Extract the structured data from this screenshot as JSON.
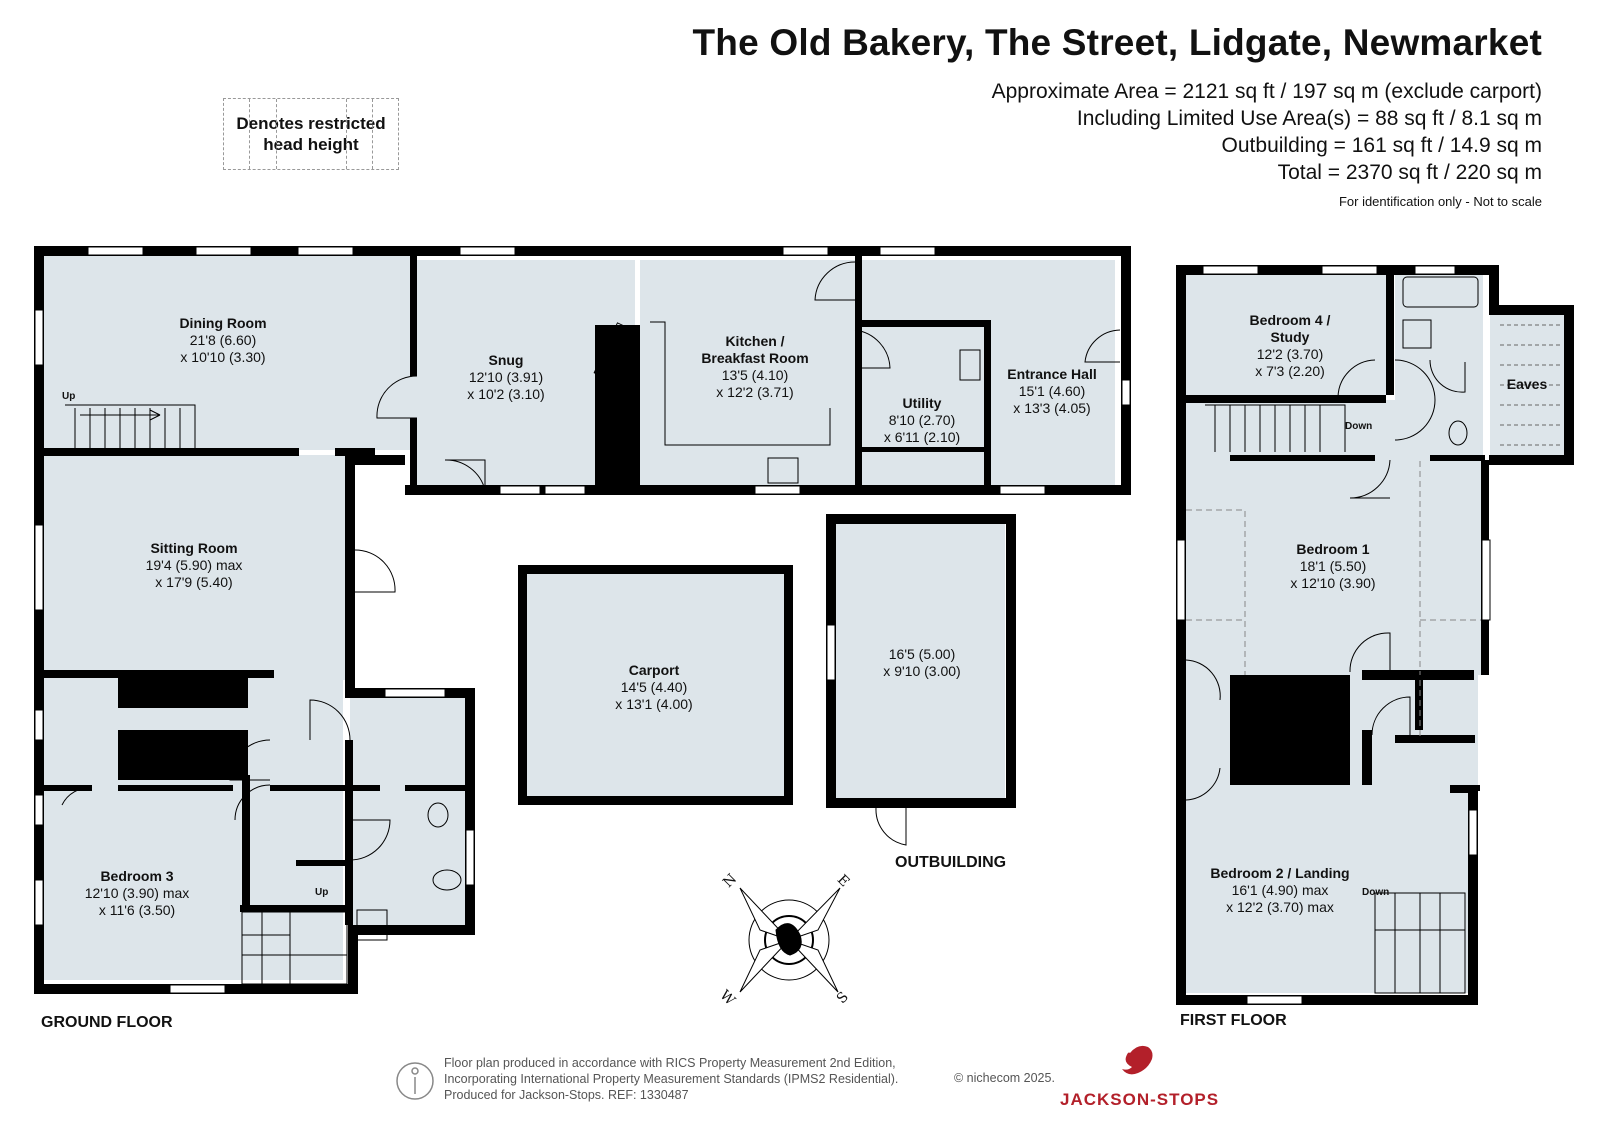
{
  "header": {
    "title": "The Old Bakery, The Street, Lidgate, Newmarket",
    "area_lines": [
      "Approximate Area = 2121 sq ft / 197 sq m (exclude carport)",
      "Including Limited Use Area(s) = 88 sq ft / 8.1 sq m",
      "Outbuilding = 161 sq ft / 14.9 sq m",
      "Total = 2370 sq ft / 220 sq m"
    ],
    "identification": "For identification only - Not to scale"
  },
  "legend": {
    "line1": "Denotes restricted",
    "line2": "head height"
  },
  "rooms": {
    "dining": {
      "name": "Dining Room",
      "d1": "21'8 (6.60)",
      "d2": "x 10'10 (3.30)"
    },
    "snug": {
      "name": "Snug",
      "d1": "12'10 (3.91)",
      "d2": "x 10'2 (3.10)"
    },
    "kitchen": {
      "name1": "Kitchen /",
      "name2": "Breakfast Room",
      "d1": "13'5 (4.10)",
      "d2": "x 12'2 (3.71)"
    },
    "utility": {
      "name": "Utility",
      "d1": "8'10 (2.70)",
      "d2": "x 6'11 (2.10)"
    },
    "entrance": {
      "name": "Entrance Hall",
      "d1": "15'1 (4.60)",
      "d2": "x 13'3 (4.05)"
    },
    "sitting": {
      "name": "Sitting Room",
      "d1": "19'4 (5.90) max",
      "d2": "x 17'9 (5.40)"
    },
    "carport": {
      "name": "Carport",
      "d1": "14'5 (4.40)",
      "d2": "x 13'1 (4.00)"
    },
    "outbuilding": {
      "d1": "16'5 (5.00)",
      "d2": "x 9'10 (3.00)"
    },
    "bedroom3": {
      "name": "Bedroom 3",
      "d1": "12'10 (3.90) max",
      "d2": "x 11'6 (3.50)"
    },
    "bedroom4": {
      "name1": "Bedroom 4 /",
      "name2": "Study",
      "d1": "12'2 (3.70)",
      "d2": "x 7'3 (2.20)"
    },
    "eaves": {
      "name": "Eaves"
    },
    "bedroom1": {
      "name": "Bedroom 1",
      "d1": "18'1 (5.50)",
      "d2": "x 12'10 (3.90)"
    },
    "bedroom2": {
      "name": "Bedroom 2 / Landing",
      "d1": "16'1 (4.90) max",
      "d2": "x 12'2 (3.70) max"
    }
  },
  "stairs": {
    "up": "Up",
    "down": "Down"
  },
  "floors": {
    "ground": "GROUND FLOOR",
    "first": "FIRST FLOOR",
    "outbuilding": "OUTBUILDING"
  },
  "compass": {
    "n": "N",
    "e": "E",
    "s": "S",
    "w": "W"
  },
  "footer": {
    "line1": "Floor plan produced in accordance with RICS Property Measurement 2nd Edition,",
    "line2": "Incorporating International Property Measurement Standards (IPMS2 Residential).",
    "line3": "Produced for Jackson-Stops.   REF: 1330487",
    "copyright": "© nichecom 2025.",
    "brand": "JACKSON-STOPS"
  },
  "colors": {
    "room_fill": "#dde5ea",
    "wall": "#000000",
    "brand": "#b3202a"
  }
}
